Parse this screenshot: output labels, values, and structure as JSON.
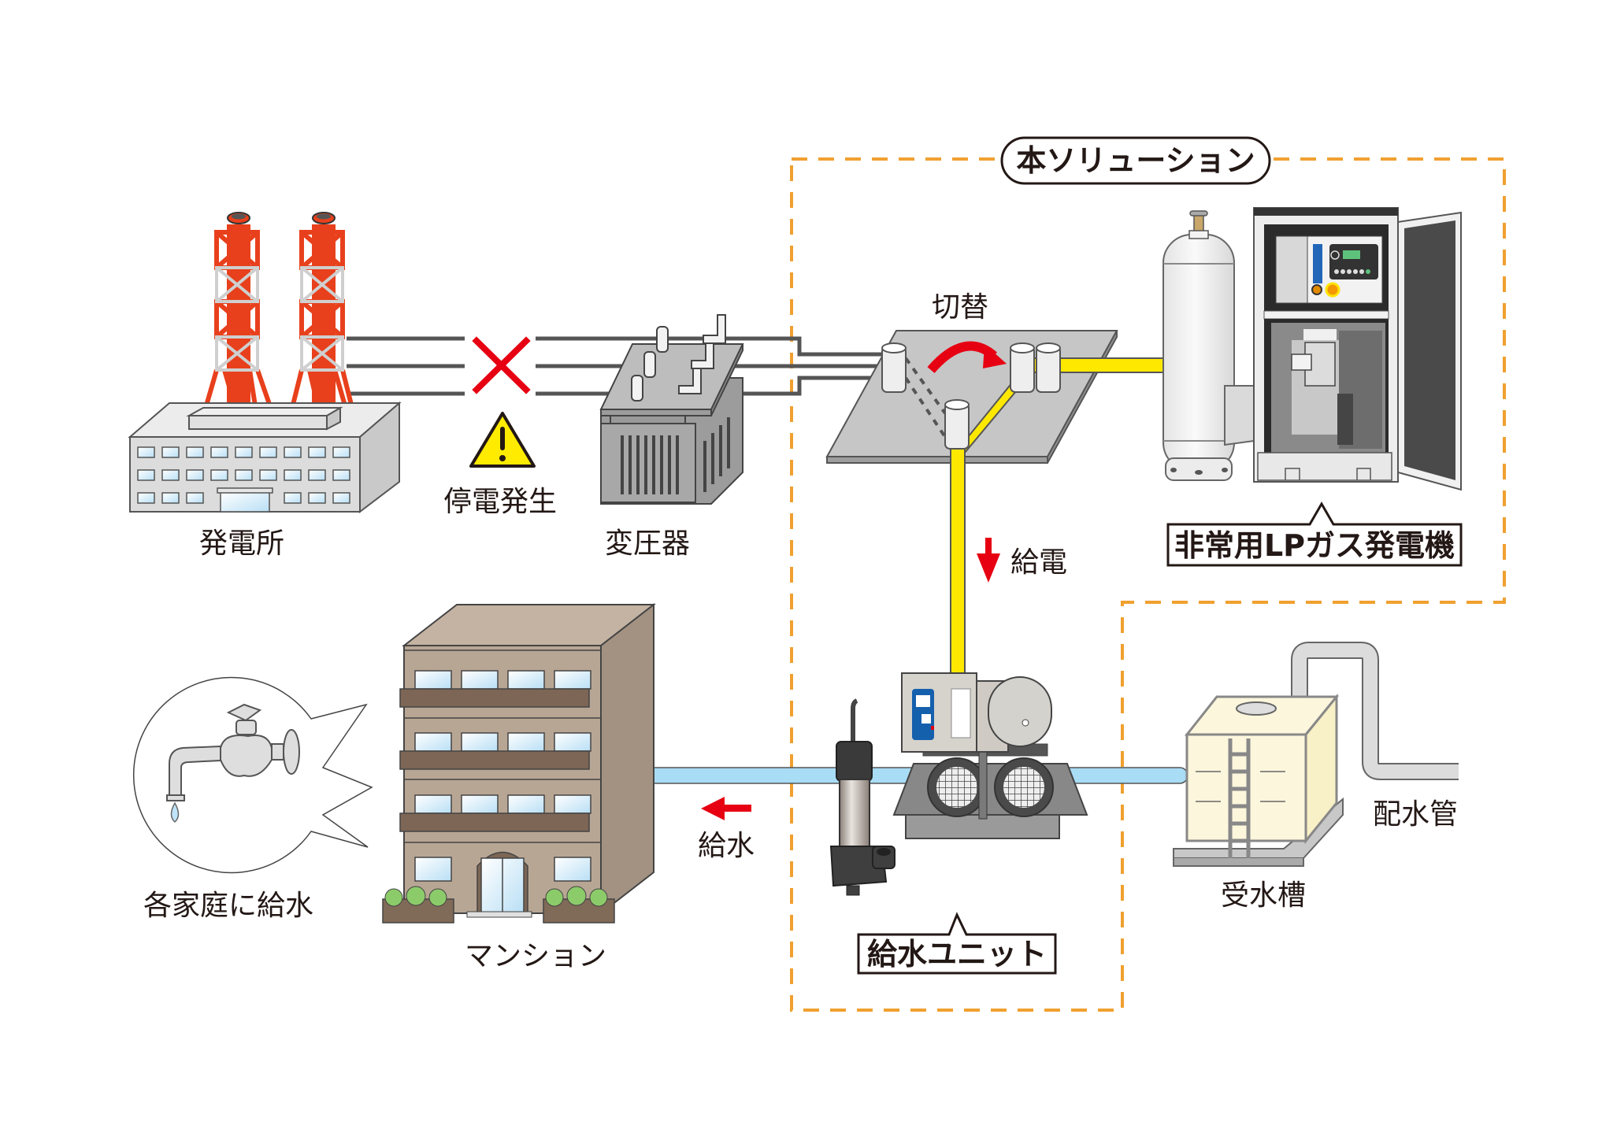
{
  "diagram": {
    "title": "本ソリューション",
    "nodes": {
      "power_plant": "発電所",
      "outage": "停電発生",
      "transformer": "変圧器",
      "switch": "切替",
      "generator": "非常用LPガス発電機",
      "power_supply": "給電",
      "water_supply_unit": "給水ユニット",
      "water_supply": "給水",
      "mansion": "マンション",
      "household_supply": "各家庭に給水",
      "receiving_tank": "受水槽",
      "distribution_pipe": "配水管"
    },
    "colors": {
      "solution_boundary": "#f0a030",
      "power_line": "#555555",
      "generator_line": "#ffe800",
      "water_pipe": "#a9dcf5",
      "arrow": "#e60012",
      "outage_mark": "#e60012",
      "warning": "#ffeb00"
    },
    "flows": [
      {
        "from": "発電所",
        "to": "変圧器",
        "status": "停電発生"
      },
      {
        "from": "変圧器",
        "to": "切替"
      },
      {
        "from": "非常用LPガス発電機",
        "to": "切替"
      },
      {
        "from": "切替",
        "to": "給水ユニット",
        "label": "給電"
      },
      {
        "from": "受水槽",
        "to": "給水ユニット"
      },
      {
        "from": "給水ユニット",
        "to": "マンション",
        "label": "給水"
      },
      {
        "from": "配水管",
        "to": "受水槽"
      }
    ]
  }
}
